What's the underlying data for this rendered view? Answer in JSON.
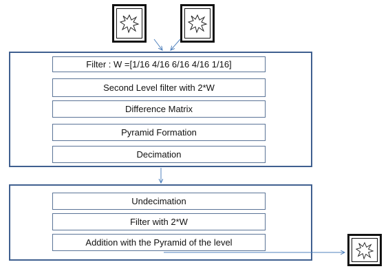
{
  "diagram": {
    "top_frame": {
      "steps": [
        "Filter : W =[1/16 4/16 6/16 4/16 1/16]",
        "Second Level filter with 2*W",
        "Difference Matrix",
        "Pyramid Formation",
        "Decimation"
      ]
    },
    "bottom_frame": {
      "steps": [
        "Undecimation",
        "Filter with 2*W",
        "Addition with the Pyramid of the level"
      ]
    },
    "images": {
      "input_1": "burst-image-icon",
      "input_2": "burst-image-icon",
      "output": "burst-image-icon"
    },
    "colors": {
      "frame_border": "#3f5f8f",
      "step_border": "#5a7396",
      "arrow": "#4f81bd"
    }
  }
}
